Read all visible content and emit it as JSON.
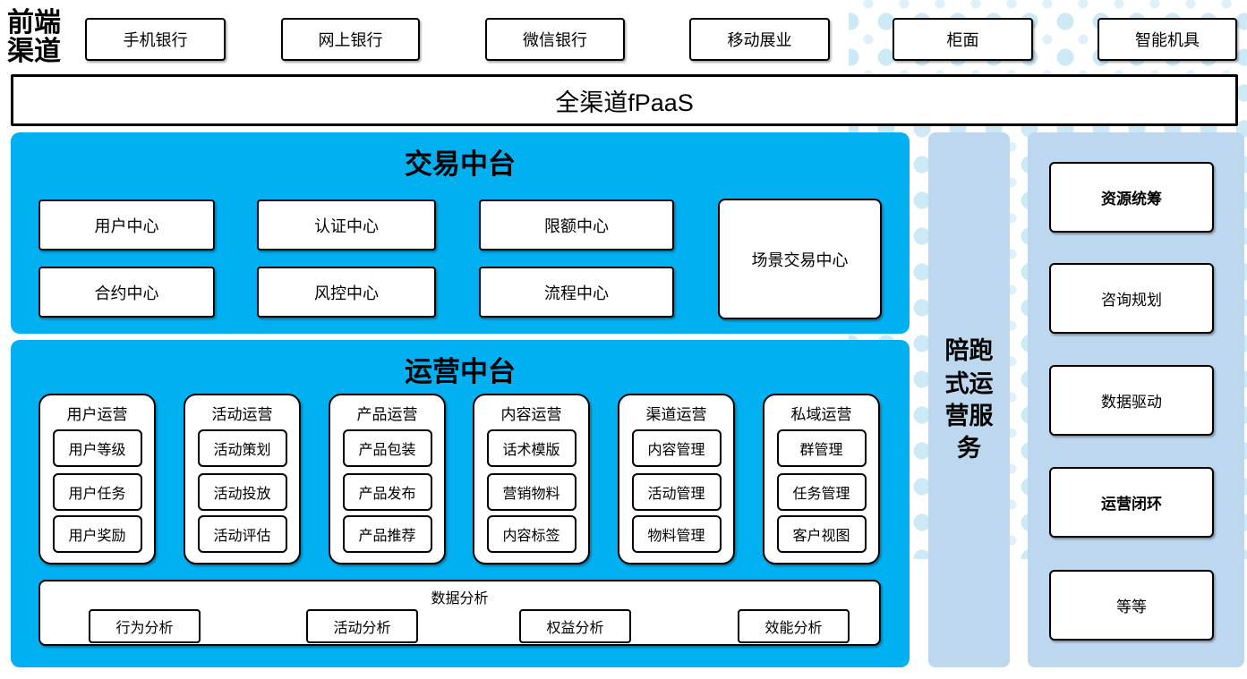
{
  "header": {
    "label": "前端渠道",
    "channels": [
      "手机银行",
      "网上银行",
      "微信银行",
      "移动展业",
      "柜面",
      "智能机具"
    ],
    "fpaas": "全渠道fPaaS"
  },
  "transaction": {
    "title": "交易中台",
    "row1": [
      "用户中心",
      "认证中心",
      "限额中心"
    ],
    "row2": [
      "合约中心",
      "风控中心",
      "流程中心"
    ],
    "scene": "场景交易中心"
  },
  "operation": {
    "title": "运营中台",
    "columns": [
      {
        "header": "用户运营",
        "items": [
          "用户等级",
          "用户任务",
          "用户奖励"
        ]
      },
      {
        "header": "活动运营",
        "items": [
          "活动策划",
          "活动投放",
          "活动评估"
        ]
      },
      {
        "header": "产品运营",
        "items": [
          "产品包装",
          "产品发布",
          "产品推荐"
        ]
      },
      {
        "header": "内容运营",
        "items": [
          "话术模版",
          "营销物料",
          "内容标签"
        ]
      },
      {
        "header": "渠道运营",
        "items": [
          "内容管理",
          "活动管理",
          "物料管理"
        ]
      },
      {
        "header": "私域运营",
        "items": [
          "群管理",
          "任务管理",
          "客户视图"
        ]
      }
    ],
    "analysis": {
      "header": "数据分析",
      "items": [
        "行为分析",
        "活动分析",
        "权益分析",
        "效能分析"
      ]
    }
  },
  "sidebar": {
    "service_label": "陪跑式运营服务",
    "items": [
      {
        "label": "资源统筹",
        "bold": true
      },
      {
        "label": "咨询规划",
        "bold": false
      },
      {
        "label": "数据驱动",
        "bold": false
      },
      {
        "label": "运营闭环",
        "bold": true
      },
      {
        "label": "等等",
        "bold": false
      }
    ]
  },
  "colors": {
    "accent_blue": "#00B0F0",
    "light_blue": "#BDD7EE",
    "dot_blue": "#CDE9F6"
  }
}
